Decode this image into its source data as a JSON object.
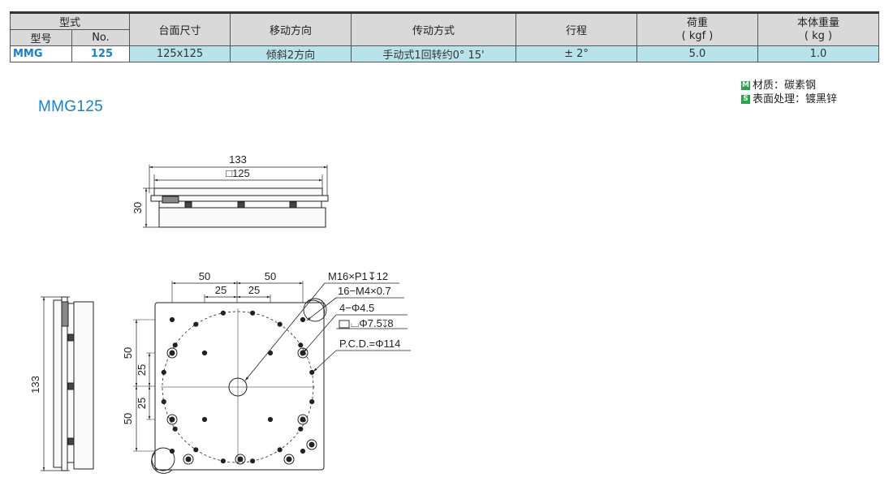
{
  "table": {
    "header": {
      "type_group": "型式",
      "model_label": "型号",
      "no_label": "No.",
      "table_size": "台面尺寸",
      "move_direction": "移动方向",
      "drive_method": "传动方式",
      "stroke": "行程",
      "load_top": "荷重",
      "load_unit": "( kgf )",
      "weight_top": "本体重量",
      "weight_unit": "( kg )"
    },
    "row": {
      "model": "MMG",
      "no": "125",
      "table_size": "125x125",
      "move_direction": "倾斜2方向",
      "drive_method": "手动式1回转约0°  15'",
      "stroke": "± 2°",
      "load": "5.0",
      "weight": "1.0"
    }
  },
  "notes": {
    "material_badge": "M",
    "material": "材质：碳素钢",
    "surface_badge": "S",
    "surface": "表面处理：镀黑锌"
  },
  "model_title": "MMG125",
  "dims": {
    "overall_width": "133",
    "table_size": "□125",
    "height": "30",
    "side_length": "133",
    "pitch_left": "50",
    "pitch_right": "50",
    "pitch_left_half": "25",
    "pitch_right_half": "25",
    "v_top": "50",
    "v_bottom": "50",
    "v_top_half": "25",
    "v_bottom_half": "25",
    "callout_m16": "M16×P1↧12",
    "callout_m4": "16−M4×0.7",
    "callout_phi45": "4−Φ4.5",
    "callout_cbore": "⌴Φ7.5↧8",
    "callout_pcd": "P.C.D.=Φ114"
  },
  "colors": {
    "accent_blue": "#1a7fc6",
    "row_cyan": "#b9e3ea",
    "header_gray": "#d9d9d9",
    "badge_green": "#2aa44a"
  }
}
